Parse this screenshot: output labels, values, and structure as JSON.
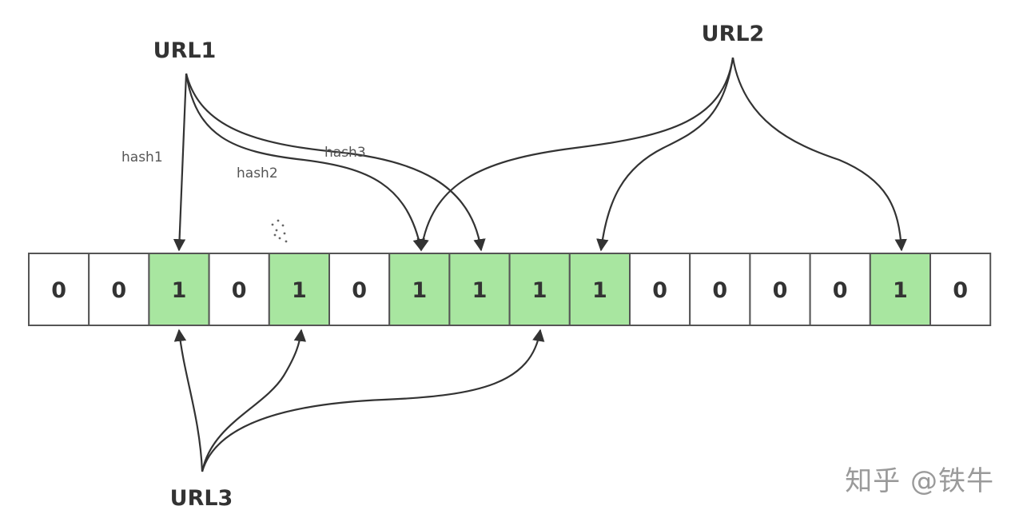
{
  "labels": {
    "url1": "URL1",
    "url2": "URL2",
    "url3": "URL3"
  },
  "hash_labels": {
    "hash1": "hash1",
    "hash2": "hash2",
    "hash3": "hash3"
  },
  "bit_array": {
    "bits": [
      0,
      0,
      1,
      0,
      1,
      0,
      1,
      1,
      1,
      1,
      0,
      0,
      0,
      0,
      1,
      0
    ]
  },
  "mappings": {
    "url1": [
      2,
      6,
      7
    ],
    "url2": [
      6,
      9,
      14
    ],
    "url3": [
      2,
      4,
      8
    ]
  },
  "colors": {
    "set_bit": "#a8e6a0",
    "empty_bit": "#ffffff",
    "border": "#555555",
    "arrow": "#333333"
  },
  "watermark": "知乎 @铁牛"
}
